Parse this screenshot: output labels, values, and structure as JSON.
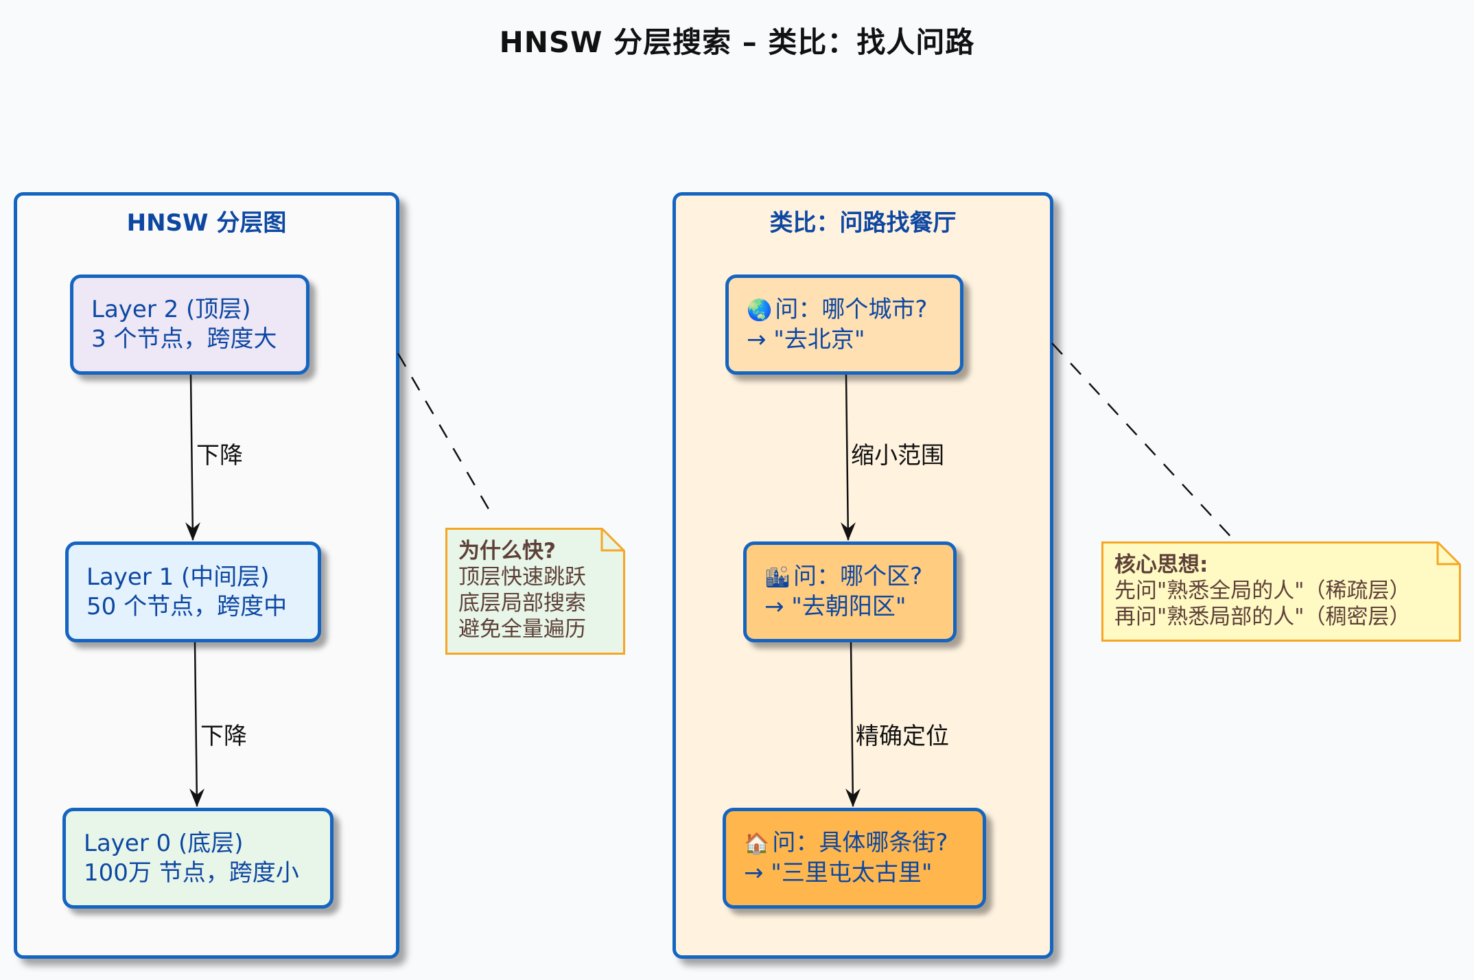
{
  "title": "HNSW 分层搜索 – 类比：找人问路",
  "colors": {
    "page_bg": "#f8fafc",
    "border_blue": "#1565c0",
    "text_blue": "#0d47a1",
    "note_border": "#f5a623",
    "note_text": "#5d4037"
  },
  "left_package": {
    "title": "HNSW 分层图",
    "background": "#fafafa",
    "nodes": [
      {
        "line1": "Layer 2 (顶层)",
        "line2": "3 个节点，跨度大",
        "fill": "#ede7f6"
      },
      {
        "line1": "Layer 1 (中间层)",
        "line2": "50 个节点，跨度中",
        "fill": "#e3f2fd"
      },
      {
        "line1": "Layer 0 (底层)",
        "line2": "100万 节点，跨度小",
        "fill": "#e8f5e9"
      }
    ],
    "edges": [
      {
        "label": "下降"
      },
      {
        "label": "下降"
      }
    ]
  },
  "right_package": {
    "title": "类比：问路找餐厅",
    "background": "#fff3e0",
    "nodes": [
      {
        "icon": "🌏",
        "icon_name": "globe-icon",
        "line1": "问：哪个城市?",
        "line2": "→ \"去北京\"",
        "fill": "#ffe0b2"
      },
      {
        "icon": "🏙",
        "icon_name": "cityscape-icon",
        "line1": "问：哪个区?",
        "line2": "→ \"去朝阳区\"",
        "fill": "#ffcc80"
      },
      {
        "icon": "🏠",
        "icon_name": "house-icon",
        "line1": "问：具体哪条街?",
        "line2": "→ \"三里屯太古里\"",
        "fill": "#ffb74d"
      }
    ],
    "edges": [
      {
        "label": "缩小范围"
      },
      {
        "label": "精确定位"
      }
    ]
  },
  "notes": [
    {
      "title": "为什么快?",
      "lines": [
        "顶层快速跳跃",
        "底层局部搜索",
        "避免全量遍历"
      ],
      "fill": "#e8f5e9"
    },
    {
      "title": "核心思想:",
      "lines": [
        "先问\"熟悉全局的人\"（稀疏层）",
        "再问\"熟悉局部的人\"（稠密层）"
      ],
      "fill": "#fff9c4"
    }
  ]
}
